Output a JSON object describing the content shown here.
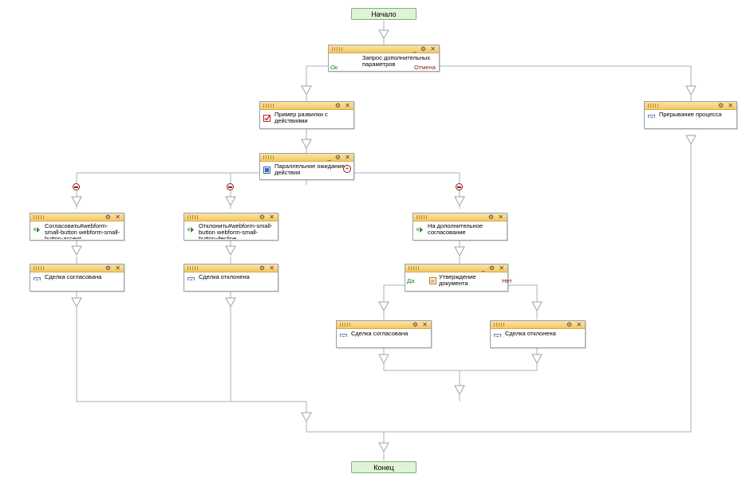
{
  "start": "Начало",
  "end": "Конец",
  "blocks": {
    "request": "Запрос дополнительных параметров",
    "request_ok": "Ок",
    "request_cancel": "Отмена",
    "example": "Пример развилки с действиями",
    "parallel": "Параллельное ожидание действия",
    "interrupt": "Прерывание процесса",
    "agree_action": "Согласовать#webform-small-button webform-small-button-accept",
    "reject_action": "Отклонить#webform-small-button webform-small-button-decline",
    "extra_approval": "На дополнительное согласование",
    "deal_agreed_1": "Сделка согласована",
    "deal_rejected_1": "Сделка отклонена",
    "doc_approval": "Утверждение документа",
    "doc_yes": "Да",
    "doc_no": "Нет",
    "deal_agreed_2": "Сделка согласована",
    "deal_rejected_2": "Сделка отклонена"
  },
  "colors": {
    "start_fill": "#dff3d9",
    "header": "#f3c866",
    "wire": "#aab2be"
  }
}
